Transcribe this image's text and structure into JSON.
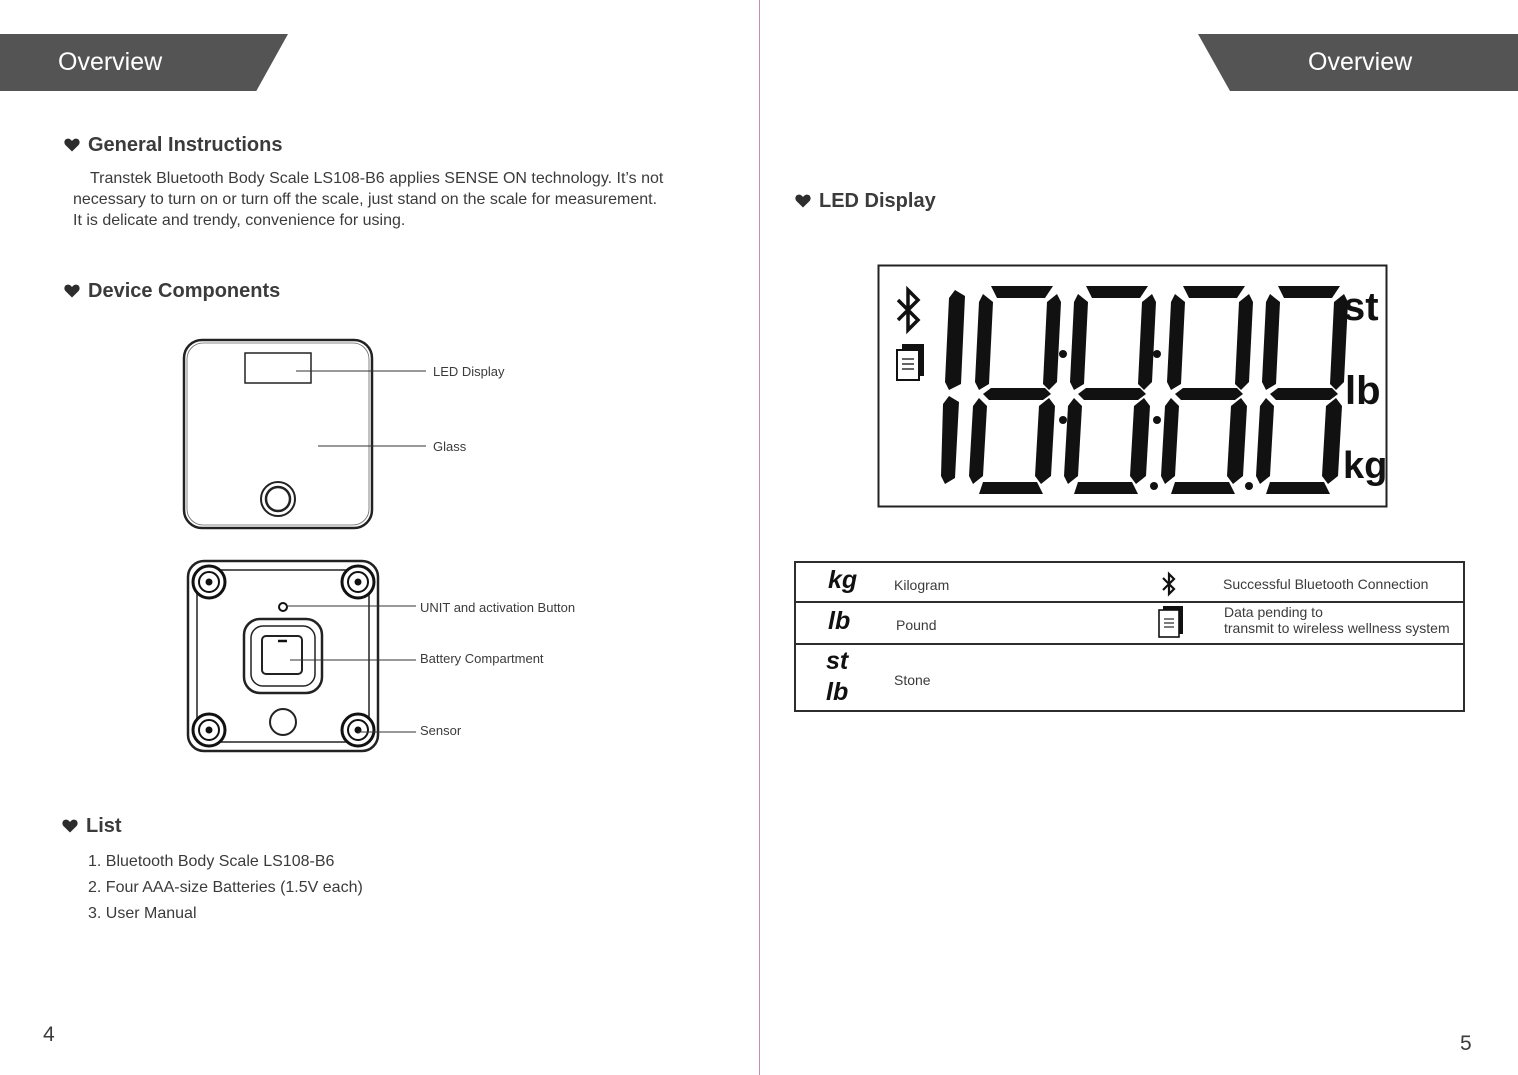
{
  "left_page": {
    "banner": "Overview",
    "general": {
      "heading": "General Instructions",
      "lines": [
        "Transtek  Bluetooth Body Scale LS108-B6 applies SENSE ON technology. It’s not",
        "necessary to turn on or turn off the scale, just stand on the scale for measurement.",
        "It is delicate and trendy, convenience for using."
      ]
    },
    "components": {
      "heading": "Device Components",
      "labels": {
        "led_display": "LED Display",
        "glass": "Glass",
        "unit_button": "UNIT and activation Button",
        "battery": "Battery Compartment",
        "sensor": "Sensor"
      }
    },
    "list": {
      "heading": "List",
      "items": [
        "1. Bluetooth Body Scale LS108-B6",
        "2. Four AAA-size Batteries (1.5V each)",
        "3. User Manual"
      ]
    },
    "page_number": "4"
  },
  "right_page": {
    "banner": "Overview",
    "led_display": {
      "heading": "LED Display",
      "units": [
        "st",
        "lb",
        "kg"
      ],
      "icons": [
        "bluetooth-icon",
        "data-pending-icon"
      ]
    },
    "legend": {
      "rows": [
        {
          "symbol": "kg",
          "text": "Kilogram",
          "icon": "bluetooth-icon",
          "desc": "Successful Bluetooth Connection"
        },
        {
          "symbol": "lb",
          "text": "Pound",
          "icon": "data-pending-icon",
          "desc_line1": "Data pending to",
          "desc_line2": "transmit to wireless wellness system"
        },
        {
          "symbol_top": "st",
          "symbol_bottom": "lb",
          "text": "Stone"
        }
      ]
    },
    "page_number": "5"
  },
  "colors": {
    "banner": "#545454",
    "divider": "#c58bc2",
    "text": "#3b3b3b"
  }
}
